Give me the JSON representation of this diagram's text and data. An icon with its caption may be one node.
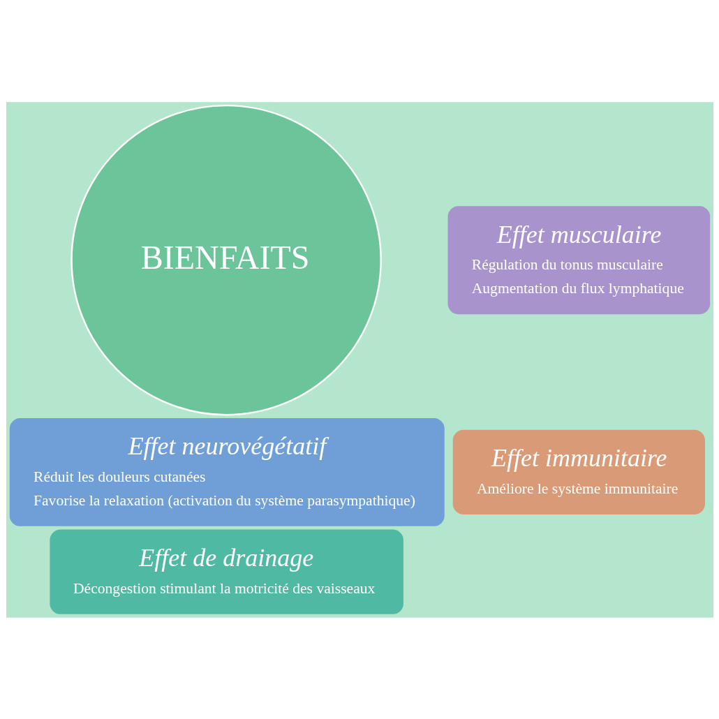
{
  "diagram": {
    "nodes": [
      {
        "text": [
          "Effet de drainage",
          "Décongestion stimulant la motricité des vaisseaux"
        ]
      },
      {
        "text": [
          "Effet immunitaire",
          "Améliore le système immunitaire"
        ]
      },
      {
        "text": [
          "BIENFAITS"
        ]
      },
      {
        "text": [
          "Effet musculaire",
          "Régulation du tonus musculaire",
          "Augmentation du flux lymphatique"
        ]
      },
      {
        "text": [
          "Effet neurovégétatif",
          "Réduit les douleurs cutanées",
          "Favorise la relaxation (activation du système parasympathique)"
        ]
      }
    ]
  }
}
